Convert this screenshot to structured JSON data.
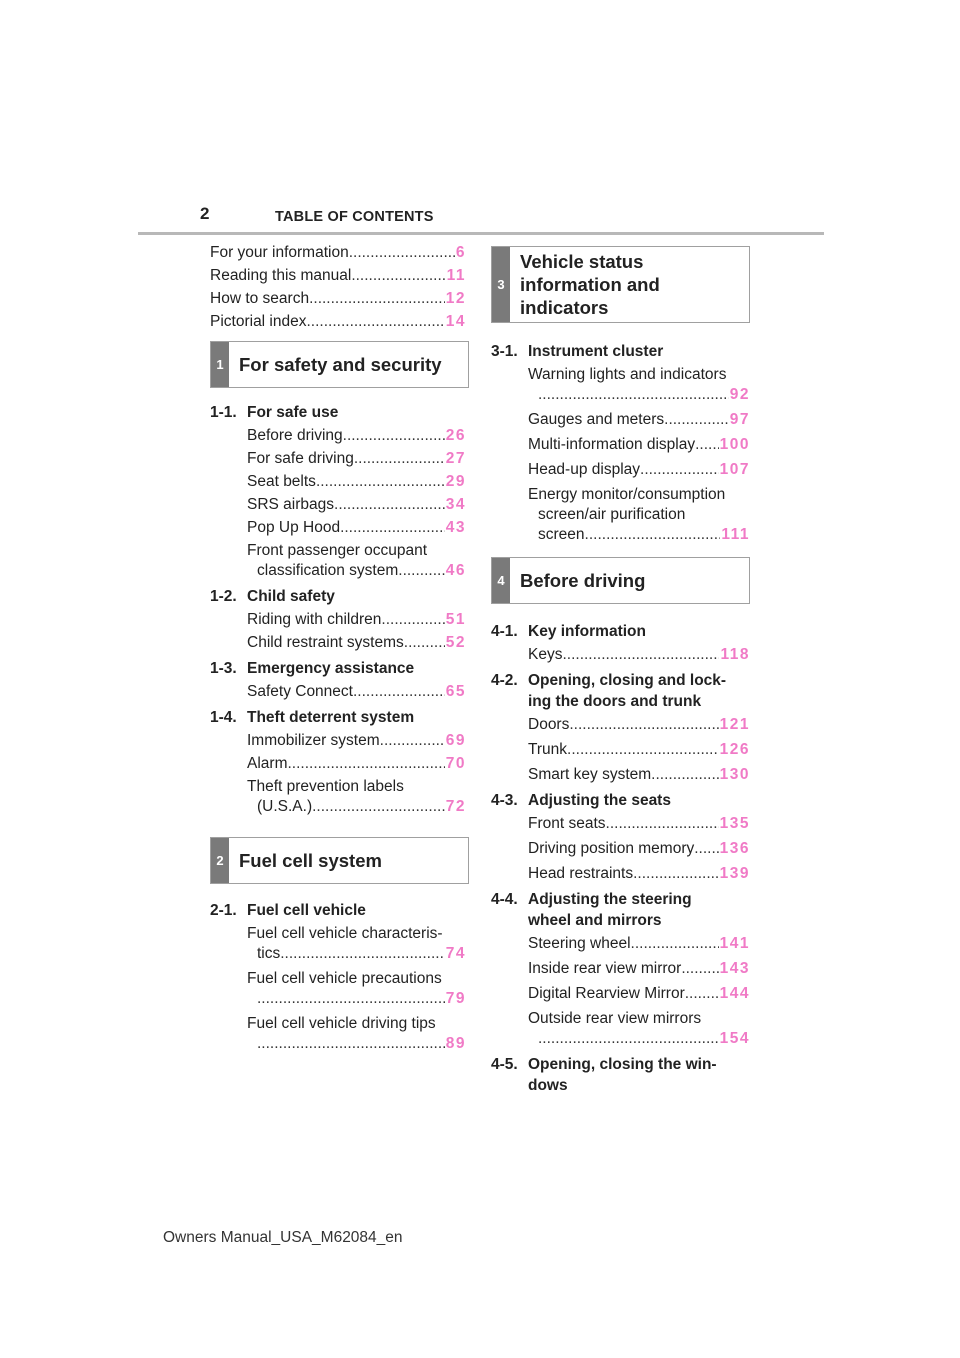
{
  "header": {
    "page_number": "2",
    "title": "TABLE OF CONTENTS"
  },
  "intro": [
    {
      "title": "For your information",
      "page": "6"
    },
    {
      "title": "Reading this manual",
      "page": "11"
    },
    {
      "title": "How to search",
      "page": "12"
    },
    {
      "title": "Pictorial index",
      "page": "14"
    }
  ],
  "chapters": {
    "c1": {
      "num": "1",
      "title": "For safety and security"
    },
    "c2": {
      "num": "2",
      "title": "Fuel cell system"
    },
    "c3": {
      "num": "3",
      "title_lines": [
        "Vehicle status",
        "information and",
        "indicators"
      ]
    },
    "c4": {
      "num": "4",
      "title": "Before driving"
    }
  },
  "sections": {
    "s1_1": {
      "num": "1-1.",
      "title": "For safe use"
    },
    "s1_2": {
      "num": "1-2.",
      "title": "Child safety"
    },
    "s1_3": {
      "num": "1-3.",
      "title": "Emergency assistance"
    },
    "s1_4": {
      "num": "1-4.",
      "title": "Theft deterrent system"
    },
    "s2_1": {
      "num": "2-1.",
      "title": "Fuel cell vehicle"
    },
    "s3_1": {
      "num": "3-1.",
      "title": "Instrument cluster"
    },
    "s4_1": {
      "num": "4-1.",
      "title": "Key information"
    },
    "s4_2": {
      "num": "4-2.",
      "title_lines": [
        "Opening, closing and lock-",
        "ing the doors and trunk"
      ]
    },
    "s4_3": {
      "num": "4-3.",
      "title": "Adjusting the seats"
    },
    "s4_4": {
      "num": "4-4.",
      "title_lines": [
        "Adjusting the steering",
        "wheel and mirrors"
      ]
    },
    "s4_5": {
      "num": "4-5.",
      "title_lines": [
        "Opening, closing the win-",
        "dows"
      ]
    }
  },
  "entries": {
    "e1": {
      "title": "Before driving",
      "page": "26"
    },
    "e2": {
      "title": "For safe driving",
      "page": "27"
    },
    "e3": {
      "title": "Seat belts",
      "page": "29"
    },
    "e4": {
      "title": "SRS airbags",
      "page": "34"
    },
    "e5": {
      "title": "Pop Up Hood",
      "page": "43"
    },
    "e6": {
      "line1": "Front passenger occupant",
      "line2": "classification system",
      "page": "46"
    },
    "e7": {
      "title": "Riding with children",
      "page": "51"
    },
    "e8": {
      "title": "Child restraint systems",
      "page": "52"
    },
    "e9": {
      "title": "Safety Connect",
      "page": "65"
    },
    "e10": {
      "title": "Immobilizer system",
      "page": "69"
    },
    "e11": {
      "title": "Alarm",
      "page": "70"
    },
    "e12": {
      "line1": "Theft prevention labels",
      "line2": "(U.S.A.)",
      "page": "72"
    },
    "e13": {
      "line1": "Fuel cell vehicle characteris-",
      "line2": "tics",
      "page": "74"
    },
    "e14": {
      "line1": "Fuel cell vehicle precautions",
      "line2": "",
      "page": "79"
    },
    "e15": {
      "line1": "Fuel cell vehicle driving tips",
      "line2": "",
      "page": "89"
    },
    "e16": {
      "line1": "Warning lights and indicators",
      "line2": "",
      "page": "92"
    },
    "e17": {
      "title": "Gauges and meters",
      "page": "97"
    },
    "e18": {
      "title": "Multi-information display",
      "page": "100"
    },
    "e19": {
      "title": "Head-up display",
      "page": "107"
    },
    "e20": {
      "line1": "Energy monitor/consumption",
      "line1b": "screen/air purification",
      "line2": "screen",
      "page": "111"
    },
    "e21": {
      "title": "Keys",
      "page": "118"
    },
    "e22": {
      "title": "Doors",
      "page": "121"
    },
    "e23": {
      "title": "Trunk",
      "page": "126"
    },
    "e24": {
      "title": "Smart key system",
      "page": "130"
    },
    "e25": {
      "title": "Front seats",
      "page": "135"
    },
    "e26": {
      "title": "Driving position memory",
      "page": "136"
    },
    "e27": {
      "title": "Head restraints",
      "page": "139"
    },
    "e28": {
      "title": "Steering wheel",
      "page": "141"
    },
    "e29": {
      "title": "Inside rear view mirror",
      "page": "143"
    },
    "e30": {
      "title": "Digital Rearview Mirror",
      "page": "144"
    },
    "e31": {
      "line1": "Outside rear view mirrors",
      "line2": "",
      "page": "154"
    }
  },
  "footer": {
    "text": "Owners Manual_USA_M62084_en"
  }
}
